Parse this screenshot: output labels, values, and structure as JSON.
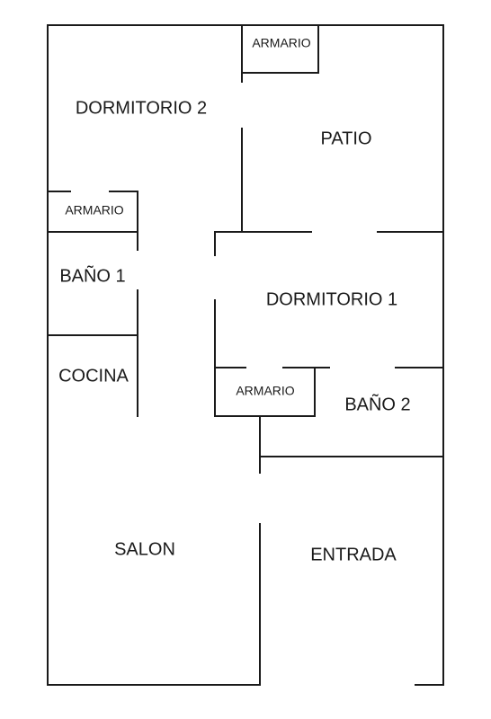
{
  "rooms": {
    "dormitorio2": "DORMITORIO 2",
    "patio": "PATIO",
    "armario_top": "ARMARIO",
    "armario_left": "ARMARIO",
    "bano1": "BAÑO 1",
    "cocina": "COCINA",
    "dormitorio1": "DORMITORIO 1",
    "armario_mid": "ARMARIO",
    "bano2": "BAÑO 2",
    "salon": "SALON",
    "entrada": "ENTRADA"
  },
  "colors": {
    "wall": "#1a1a1a",
    "background": "#ffffff"
  }
}
